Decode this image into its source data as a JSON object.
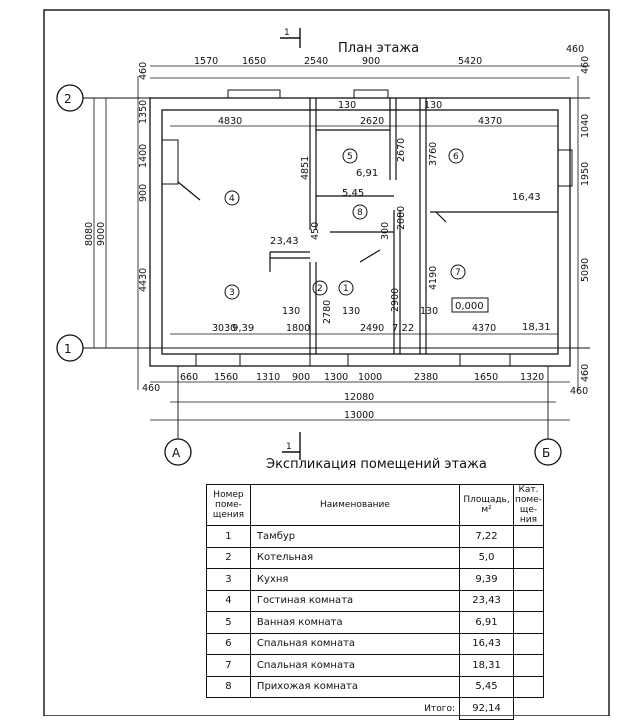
{
  "plan": {
    "title": "План этажа",
    "section_mark": "1",
    "axes": {
      "row_top": "2",
      "row_bottom": "1",
      "col_left": "А",
      "col_right": "Б"
    },
    "dims_top": [
      "1570",
      "1650",
      "2540",
      "900",
      "5420",
      "460",
      "460"
    ],
    "dims_left": [
      "1350",
      "1400",
      "900",
      "4430",
      "460",
      "460"
    ],
    "dims_overall_left": [
      "8080",
      "9000"
    ],
    "dims_right": [
      "1040",
      "1950",
      "5090",
      "460",
      "460"
    ],
    "dims_bottom": [
      "660",
      "1560",
      "1310",
      "900",
      "1300",
      "1000",
      "2380",
      "1650",
      "1320"
    ],
    "dims_bottom_total": [
      "12080",
      "13000"
    ],
    "dims_inner": [
      "4830",
      "2620",
      "4370",
      "130",
      "130",
      "4851",
      "2670",
      "3760",
      "2080",
      "300",
      "450",
      "2780",
      "2900",
      "4190",
      "130",
      "130",
      "130",
      "3030",
      "1800",
      "2490",
      "4370"
    ],
    "rooms": [
      {
        "n": "1",
        "area": "7,22"
      },
      {
        "n": "2",
        "area": ""
      },
      {
        "n": "3",
        "area": "9,39"
      },
      {
        "n": "4",
        "area": "23,43"
      },
      {
        "n": "5",
        "area": "6,91"
      },
      {
        "n": "6",
        "area": "16,43"
      },
      {
        "n": "7",
        "area": "18,31"
      },
      {
        "n": "8",
        "area": "5,45"
      }
    ],
    "level_mark": "0,000"
  },
  "explication": {
    "title": "Экспликация помещений этажа",
    "section_mark": "1",
    "headers": {
      "num": [
        "Номер",
        "поме-",
        "щения"
      ],
      "name": "Наименование",
      "area": [
        "Площадь,",
        "м²"
      ],
      "cat": [
        "Кат.",
        "поме-",
        "ще-",
        "ния"
      ]
    },
    "rows": [
      {
        "num": "1",
        "name": "Тамбур",
        "area": "7,22",
        "cat": ""
      },
      {
        "num": "2",
        "name": "Котельная",
        "area": "5,0",
        "cat": ""
      },
      {
        "num": "3",
        "name": "Кухня",
        "area": "9,39",
        "cat": ""
      },
      {
        "num": "4",
        "name": "Гостиная комната",
        "area": "23,43",
        "cat": ""
      },
      {
        "num": "5",
        "name": "Ванная комната",
        "area": "6,91",
        "cat": ""
      },
      {
        "num": "6",
        "name": "Спальная комната",
        "area": "16,43",
        "cat": ""
      },
      {
        "num": "7",
        "name": "Спальная комната",
        "area": "18,31",
        "cat": ""
      },
      {
        "num": "8",
        "name": "Прихожая комната",
        "area": "5,45",
        "cat": ""
      }
    ],
    "total_label": "Итого:",
    "total_value": "92,14"
  }
}
